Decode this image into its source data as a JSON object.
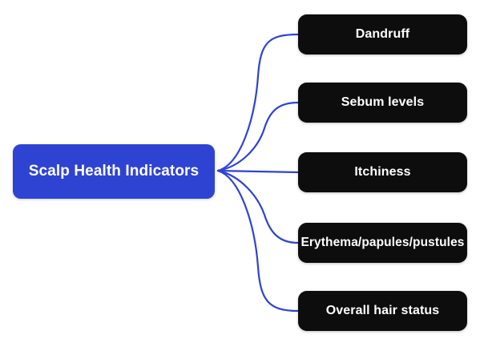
{
  "diagram": {
    "type": "mind-map",
    "background_color": "#ffffff",
    "edge_color": "#2f43d2",
    "root": {
      "label": "Scalp Health Indicators",
      "fill_color": "#2f43d2",
      "text_color": "#ffffff"
    },
    "branches": [
      {
        "label": "Dandruff",
        "fill_color": "#0d0d0d",
        "text_color": "#ffffff"
      },
      {
        "label": "Sebum levels",
        "fill_color": "#0d0d0d",
        "text_color": "#ffffff"
      },
      {
        "label": "Itchiness",
        "fill_color": "#0d0d0d",
        "text_color": "#ffffff"
      },
      {
        "label": "Erythema/papules/pustules",
        "fill_color": "#0d0d0d",
        "text_color": "#ffffff"
      },
      {
        "label": "Overall hair status",
        "fill_color": "#0d0d0d",
        "text_color": "#ffffff"
      }
    ]
  }
}
